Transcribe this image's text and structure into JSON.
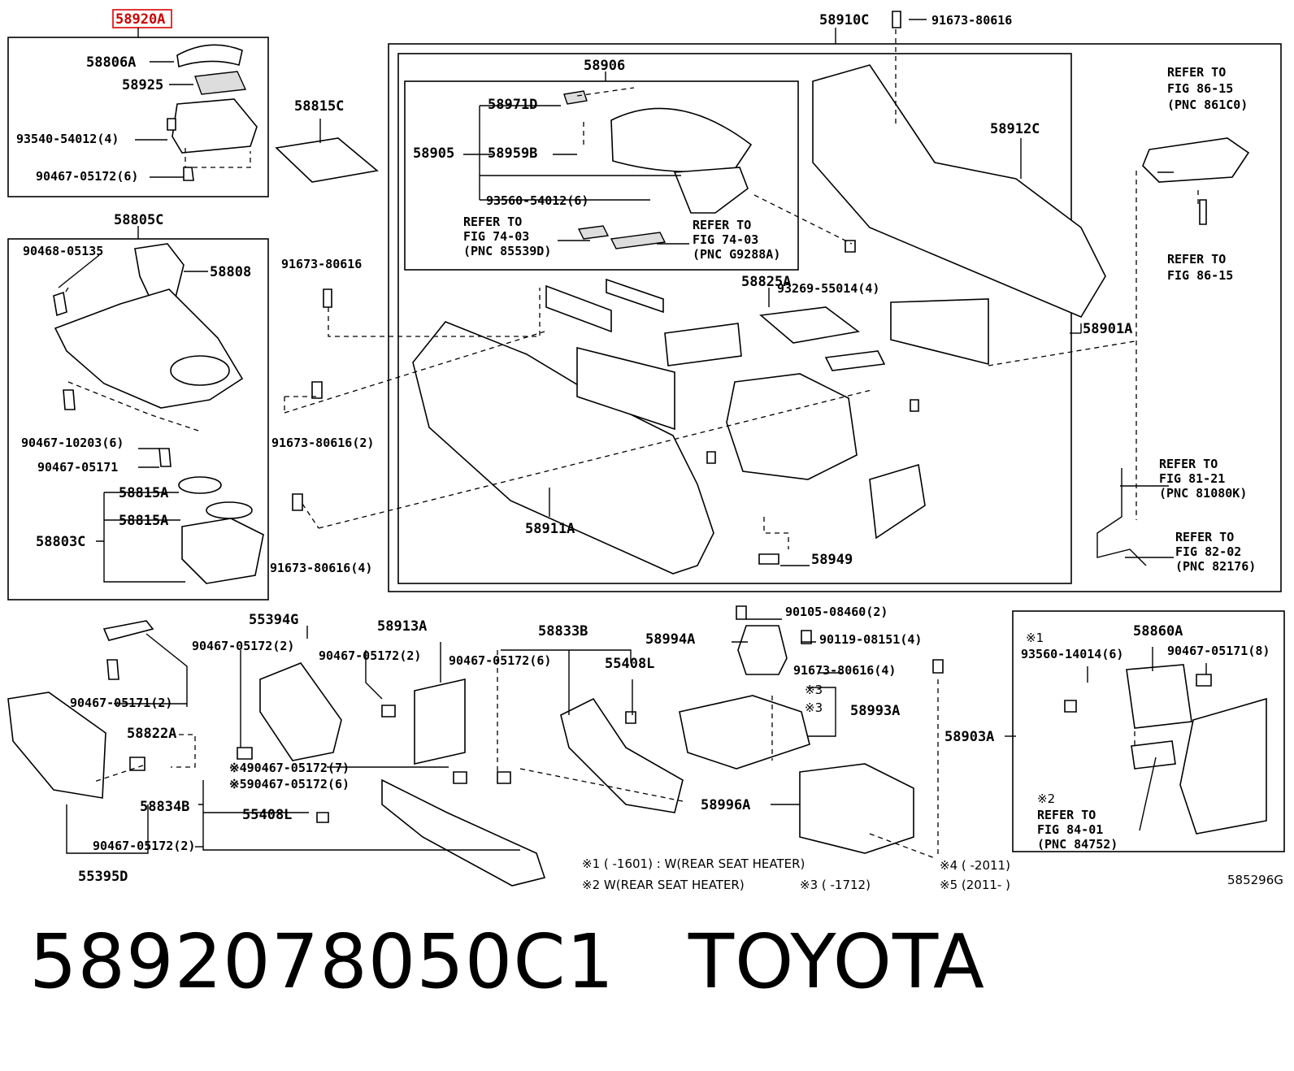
{
  "diagram": {
    "highlight_label": "58920A",
    "labels": {
      "p58806A": "58806A",
      "p58925": "58925",
      "p93540": "93540-54012(4)",
      "p90467_05172_6a": "90467-05172(6)",
      "p58815C": "58815C",
      "p58805C": "58805C",
      "p90468": "90468-05135",
      "p58808": "58808",
      "p90467_10203": "90467-10203(6)",
      "p90467_05171a": "90467-05171",
      "p58815A_1": "58815A",
      "p58815A_2": "58815A",
      "p58803C": "58803C",
      "p58910C": "58910C",
      "p91673_top": "91673-80616",
      "p58906": "58906",
      "p58971D": "58971D",
      "p58905": "58905",
      "p58959B": "58959B",
      "p93560_54012": "93560-54012(6)",
      "p58912C": "58912C",
      "p93269": "93269-55014(4)",
      "p58825A": "58825A",
      "p58901A": "58901A",
      "p91673_left1": "91673-80616",
      "p91673_left2": "91673-80616(2)",
      "p91673_left3": "91673-80616(4)",
      "p58911A": "58911A",
      "p58949": "58949",
      "p55394G": "55394G",
      "p90467_05172_2a": "90467-05172(2)",
      "p58913A": "58913A",
      "p90467_05172_2b": "90467-05172(2)",
      "p58833B": "58833B",
      "p90467_05172_6b": "90467-05172(6)",
      "p55408L_1": "55408L",
      "p58994A": "58994A",
      "p90105": "90105-08460(2)",
      "p90119": "90119-08151(4)",
      "p91673_mid": "91673-80616(4)",
      "p58993A": "58993A",
      "p58903A": "58903A",
      "p58996A": "58996A",
      "p90467_05171_2": "90467-05171(2)",
      "p58822A": "58822A",
      "p55395D": "55395D",
      "p58834B": "58834B",
      "p55408L_2": "55408L",
      "p90467_05172_2c": "90467-05172(2)",
      "p490467": "※490467-05172(7)",
      "p590467": "※590467-05172(6)",
      "p58860A": "58860A",
      "p93560_14014": "93560-14014(6)",
      "p90467_05171_8": "90467-05171(8)",
      "mark1": "※1",
      "mark2": "※2",
      "mark3a": "※3",
      "mark3b": "※3"
    },
    "refers": {
      "r861c0": [
        "REFER TO",
        "FIG 86-15",
        "(PNC 861C0)"
      ],
      "r8615": [
        "REFER TO",
        "FIG 86-15"
      ],
      "r85539": [
        "REFER TO",
        "FIG 74-03",
        "(PNC 85539D)"
      ],
      "rG9288": [
        "REFER TO",
        "FIG 74-03",
        "(PNC G9288A)"
      ],
      "r81080": [
        "REFER TO",
        "FIG 81-21",
        "(PNC 81080K)"
      ],
      "r82176": [
        "REFER TO",
        "FIG 82-02",
        "(PNC 82176)"
      ],
      "r84752": [
        "REFER TO",
        "FIG 84-01",
        "(PNC 84752)"
      ]
    },
    "notes": {
      "n1": "※1 (      -1601) : W(REAR SEAT HEATER)",
      "n2": "※2  W(REAR SEAT HEATER)",
      "n3": "※3 (      -1712)",
      "n4": "※4 (       -2011)",
      "n5": "※5 (2011-      )",
      "fig_code": "585296G"
    }
  },
  "caption": "5892078050C1   TOYOTA"
}
